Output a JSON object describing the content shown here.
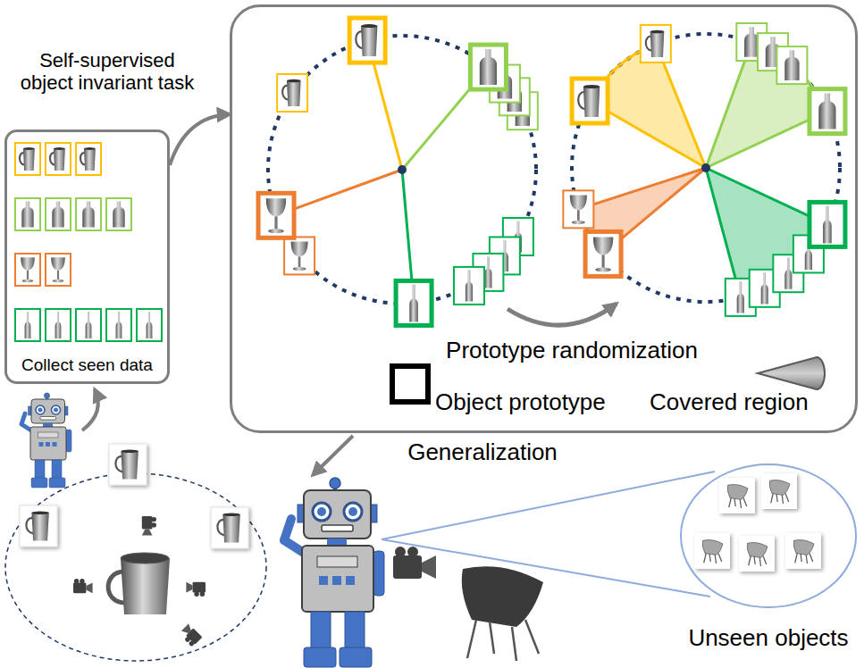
{
  "diagram": {
    "nodes": [
      {
        "text": [
          "Collect seen data"
        ]
      },
      {
        "text": [
          "Prototype randomization"
        ]
      },
      {
        "text": [
          "Unseen objects"
        ]
      }
    ],
    "edges": [
      {
        "from": 0,
        "to": 1,
        "arrow": "to",
        "label": "Self-supervised object invariant task"
      }
    ],
    "labels": [
      "Generalization"
    ],
    "legend": [
      {
        "text": "Object prototype"
      },
      {
        "text": "Covered region"
      }
    ]
  }
}
